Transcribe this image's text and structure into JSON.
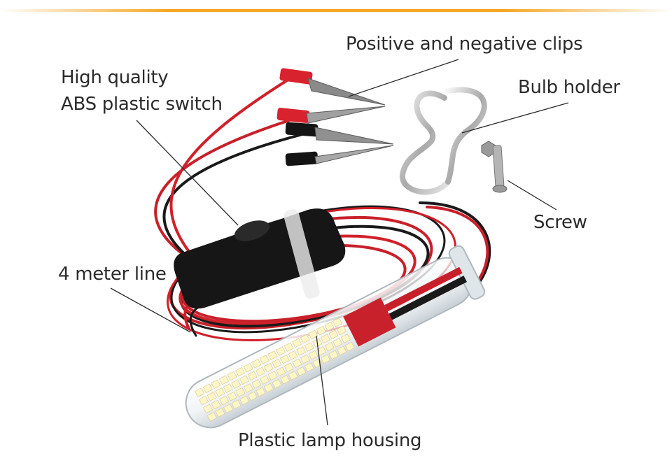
{
  "labels": {
    "clips": "Positive and negative clips",
    "switch_line1": "High quality",
    "switch_line2": "ABS plastic switch",
    "bulb_holder": "Bulb holder",
    "screw": "Screw",
    "line": "4 meter line",
    "housing": "Plastic lamp housing"
  },
  "colors": {
    "accent": "#f5a623",
    "red_wire": "#d0202a",
    "black_wire": "#1a1a1a",
    "led": "#fff6c8",
    "pcb": "#c9212c"
  }
}
